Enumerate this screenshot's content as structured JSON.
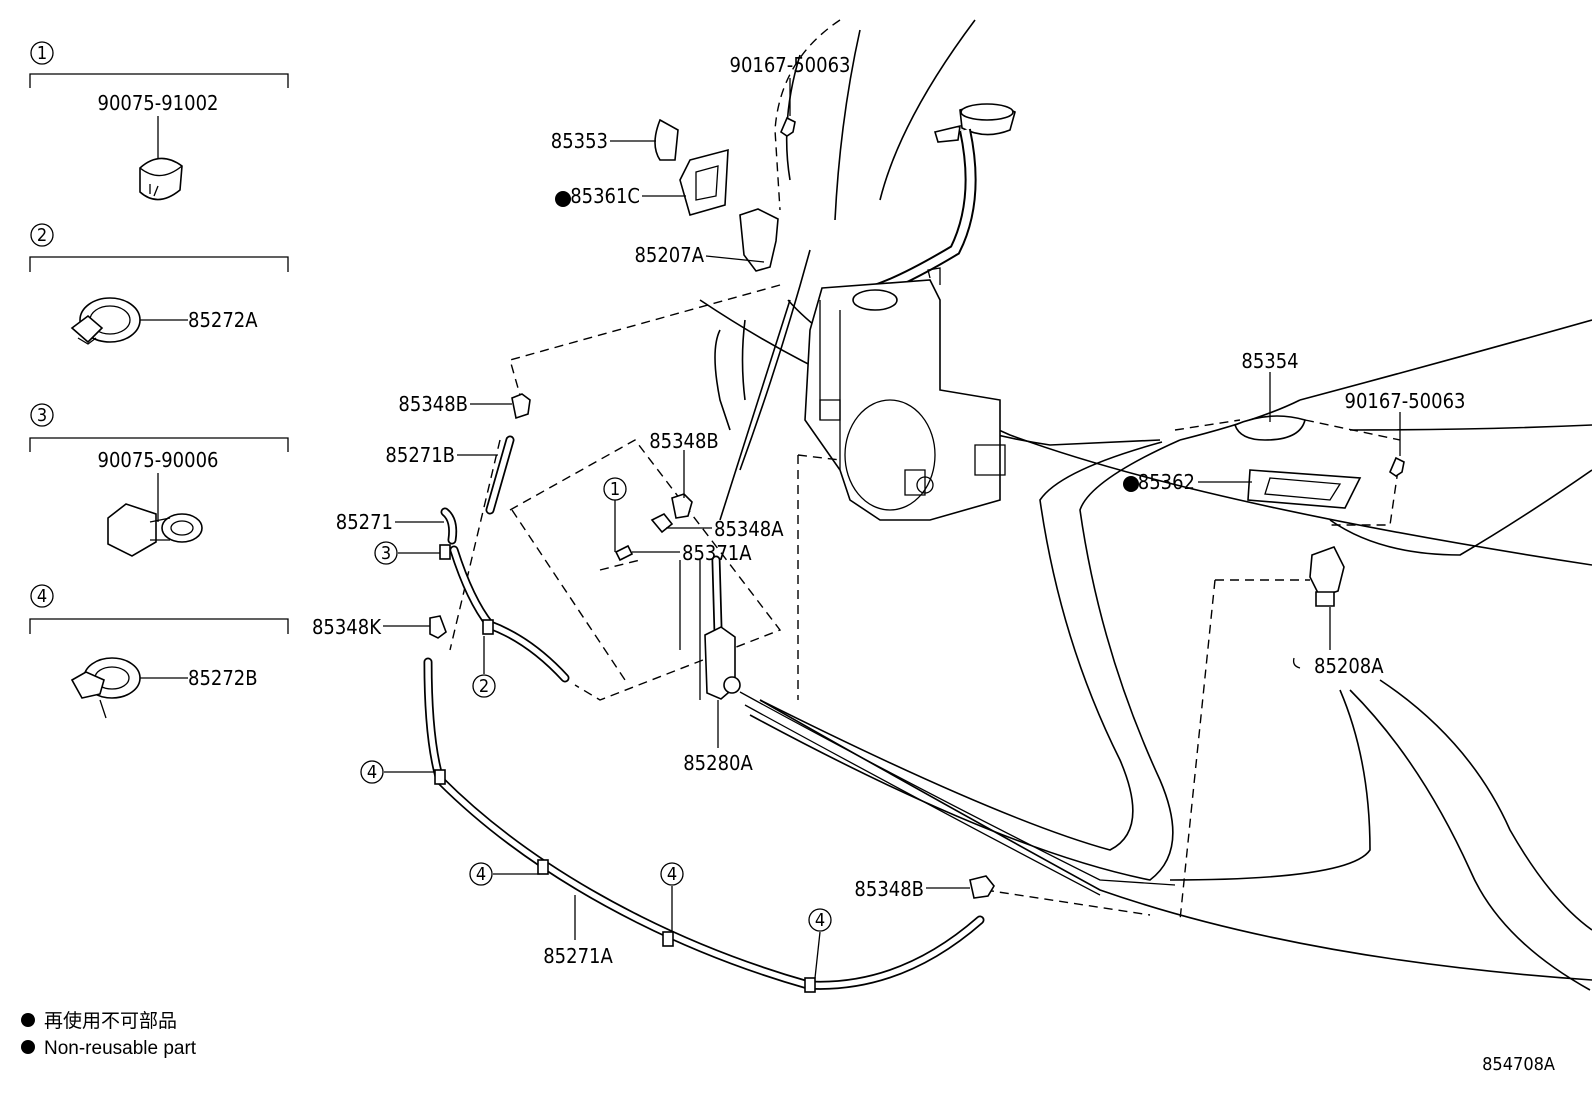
{
  "legend_groups": [
    {
      "num": "1",
      "part": "90075-91002"
    },
    {
      "num": "2",
      "part": "85272A"
    },
    {
      "num": "3",
      "part": "90075-90006"
    },
    {
      "num": "4",
      "part": "85272B"
    }
  ],
  "labels": {
    "p90167_top": "90167-50063",
    "p85353": "85353",
    "p85361c": "85361C",
    "p85207a": "85207A",
    "p85348b_1": "85348B",
    "p85271b": "85271B",
    "p85271": "85271",
    "p85348k": "85348K",
    "p85348b_2": "85348B",
    "p85348a": "85348A",
    "p85371a": "85371A",
    "p85280a": "85280A",
    "p85271a": "85271A",
    "p85348b_3": "85348B",
    "p85354": "85354",
    "p90167_right": "90167-50063",
    "p85362": "85362",
    "p85208a": "85208A"
  },
  "callouts": [
    "1",
    "2",
    "3",
    "4"
  ],
  "footnote": {
    "japanese": "再使用不可部品",
    "english": "Non-reusable part"
  },
  "diagram_id": "854708A"
}
